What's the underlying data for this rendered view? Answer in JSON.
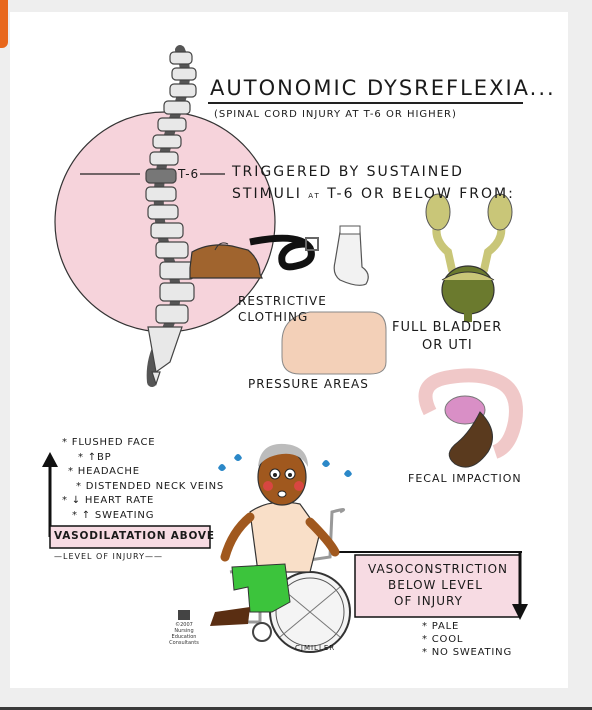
{
  "title": "AUTONOMIC DYSREFLEXIA...",
  "subtitle": "(SPINAL CORD INJURY AT T-6 OR HIGHER)",
  "level_marker": "T-6",
  "trigger_line1": "TRIGGERED BY SUSTAINED",
  "trigger_line2_a": "STIMULI",
  "trigger_line2_small": "AT",
  "trigger_line2_b": "T-6 OR BELOW FROM:",
  "causes": {
    "clothing_line1": "RESTRICTIVE",
    "clothing_line2": "CLOTHING",
    "bladder_line1": "FULL BLADDER",
    "bladder_line2": "OR UTI",
    "pressure": "PRESSURE AREAS",
    "fecal": "FECAL IMPACTION"
  },
  "above_symptoms": [
    "* FLUSHED FACE",
    "* ↑BP",
    "* HEADACHE",
    "* DISTENDED NECK VEINS",
    "* ↓ HEART RATE",
    "* ↑ SWEATING"
  ],
  "above_label": "VASODILATATION ABOVE",
  "level_of_injury": "—LEVEL OF INJURY——",
  "below_label_line1": "VASOCONSTRICTION",
  "below_label_line2": "BELOW LEVEL",
  "below_label_line3": "OF INJURY",
  "below_symptoms": [
    "* PALE",
    "* COOL",
    "* NO SWEATING"
  ],
  "credit_lines": [
    "©2007",
    "Nursing",
    "Education",
    "Consultants"
  ],
  "signature": "CJMILLER",
  "colors": {
    "accent_tab": "#e8671c",
    "circle_pink": "#f6d3db",
    "box_pink": "#f7dbe3",
    "pants_green": "#3cc43c",
    "skin": "#a0581e",
    "bladder": "#c9c678"
  }
}
